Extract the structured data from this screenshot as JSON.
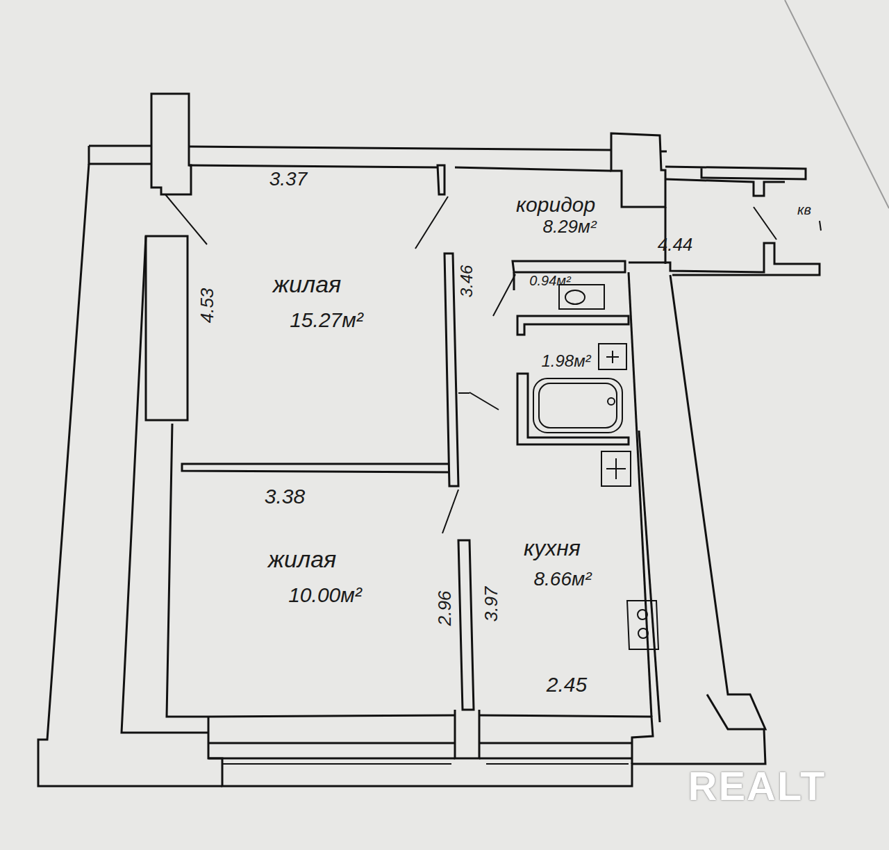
{
  "diagram": {
    "labels": [
      "3.37",
      "коридор",
      "8.29м²",
      "кв",
      "4.44",
      "4.53",
      "жилая",
      "15.27м²",
      "3.46",
      "0.94м²",
      "1.98м²",
      "3.38",
      "жилая",
      "10.00м²",
      "кухня",
      "8.66м²",
      "2.96",
      "3.97",
      "2.45",
      "REALT"
    ]
  }
}
